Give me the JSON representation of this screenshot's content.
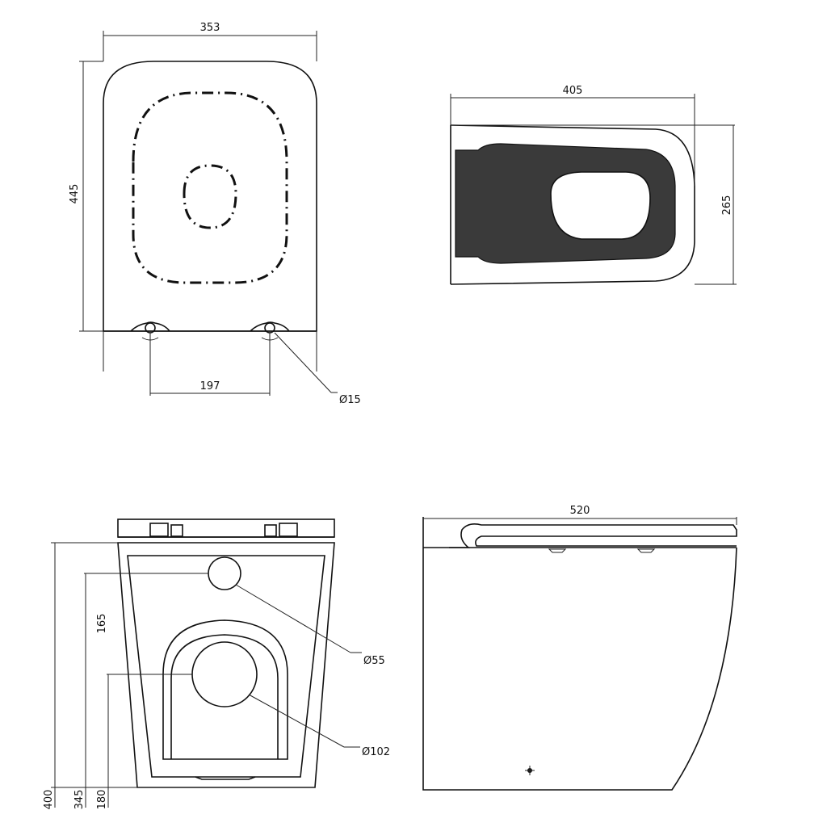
{
  "colors": {
    "line": "#111111",
    "hatch": "#3a3a3a",
    "background": "#ffffff"
  },
  "dimensions": {
    "top_width": "353",
    "top_depth": "445",
    "hinge_spacing": "197",
    "hinge_diameter": "Ø15",
    "side_length": "405",
    "side_height": "265",
    "front_height": "400",
    "front_345": "345",
    "front_180": "180",
    "front_165": "165",
    "inlet_diameter": "Ø55",
    "outlet_diameter": "Ø102",
    "profile_length": "520"
  }
}
